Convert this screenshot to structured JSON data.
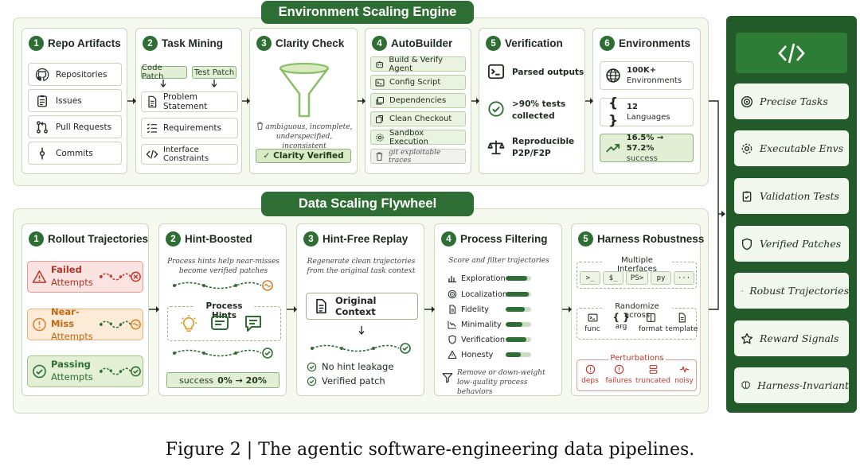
{
  "env_section": {
    "title": "Environment Scaling Engine",
    "cards": {
      "repo": {
        "num": "1",
        "title": "Repo Artifacts",
        "items": [
          "Repositories",
          "Issues",
          "Pull Requests",
          "Commits"
        ]
      },
      "task": {
        "num": "2",
        "title": "Task Mining",
        "tags": [
          "Code Patch",
          "Test Patch"
        ],
        "items": [
          "Problem Statement",
          "Requirements",
          "Interface Constraints"
        ]
      },
      "clarity": {
        "num": "3",
        "title": "Clarity Check",
        "note": "ambiguous, incomplete, underspecified, inconsistent",
        "verified": "Clarity Verified"
      },
      "autobuilder": {
        "num": "4",
        "title": "AutoBuilder",
        "items": [
          "Build & Verify Agent",
          "Config Script",
          "Dependencies",
          "Clean Checkout",
          "Sandbox Execution"
        ],
        "trace": "git exploitable traces"
      },
      "verification": {
        "num": "5",
        "title": "Verification",
        "items": [
          "Parsed outputs",
          ">90% tests collected",
          "Reproducible P2P/F2P"
        ]
      },
      "environments": {
        "num": "6",
        "title": "Environments",
        "count": "100K+",
        "count_label": "Environments",
        "langs": "12",
        "langs_label": "Languages",
        "rate": "16.5% → 57.2%",
        "rate_label": "success"
      }
    }
  },
  "data_section": {
    "title": "Data Scaling Flywheel",
    "cards": {
      "rollout": {
        "num": "1",
        "title": "Rollout Trajectories",
        "items": [
          {
            "label": "Failed",
            "sub": "Attempts"
          },
          {
            "label": "Near-Miss",
            "sub": "Attempts"
          },
          {
            "label": "Passing",
            "sub": "Attempts"
          }
        ]
      },
      "hint": {
        "num": "2",
        "title": "Hint-Boosted",
        "desc": "Process hints help near-misses become verified patches",
        "hints_label": "Process Hints",
        "success_prefix": "success",
        "success": "0% → 20%"
      },
      "replay": {
        "num": "3",
        "title": "Hint-Free Replay",
        "desc": "Regenerate clean trajectories from the original task context",
        "context": "Original Context",
        "checks": [
          "No hint leakage",
          "Verified patch"
        ]
      },
      "filter": {
        "num": "4",
        "title": "Process Filtering",
        "desc": "Score and filter trajectories",
        "metrics": [
          {
            "label": "Exploration",
            "value": 0.85
          },
          {
            "label": "Localization",
            "value": 0.9
          },
          {
            "label": "Fidelity",
            "value": 0.75
          },
          {
            "label": "Minimality",
            "value": 0.65
          },
          {
            "label": "Verification",
            "value": 0.8
          },
          {
            "label": "Honesty",
            "value": 0.6
          }
        ],
        "note": "Remove or down-weight low-quality process behaviors"
      },
      "harness": {
        "num": "5",
        "title": "Harness Robustness",
        "interfaces_label": "Multiple Interfaces",
        "interfaces": [
          ">_",
          "$_",
          "PS>",
          "py",
          "···"
        ],
        "randomize_label": "Randomize across",
        "randomize": [
          "func",
          "arg",
          "format",
          "template"
        ],
        "perturb_label": "Perturbations",
        "perturb": [
          "deps",
          "failures",
          "truncated",
          "noisy"
        ]
      }
    }
  },
  "sidebar": {
    "items": [
      "Precise Tasks",
      "Executable Envs",
      "Validation Tests",
      "Verified Patches",
      "Robust Trajectories",
      "Reward Signals",
      "Harness-Invariant"
    ]
  },
  "caption": "Figure 2 | The agentic software-engineering data pipelines.",
  "colors": {
    "accent": "#2e6e34",
    "sidebar": "#235a2a",
    "fail": "#c0392b",
    "near": "#d9822b",
    "pass": "#2e6e34"
  }
}
